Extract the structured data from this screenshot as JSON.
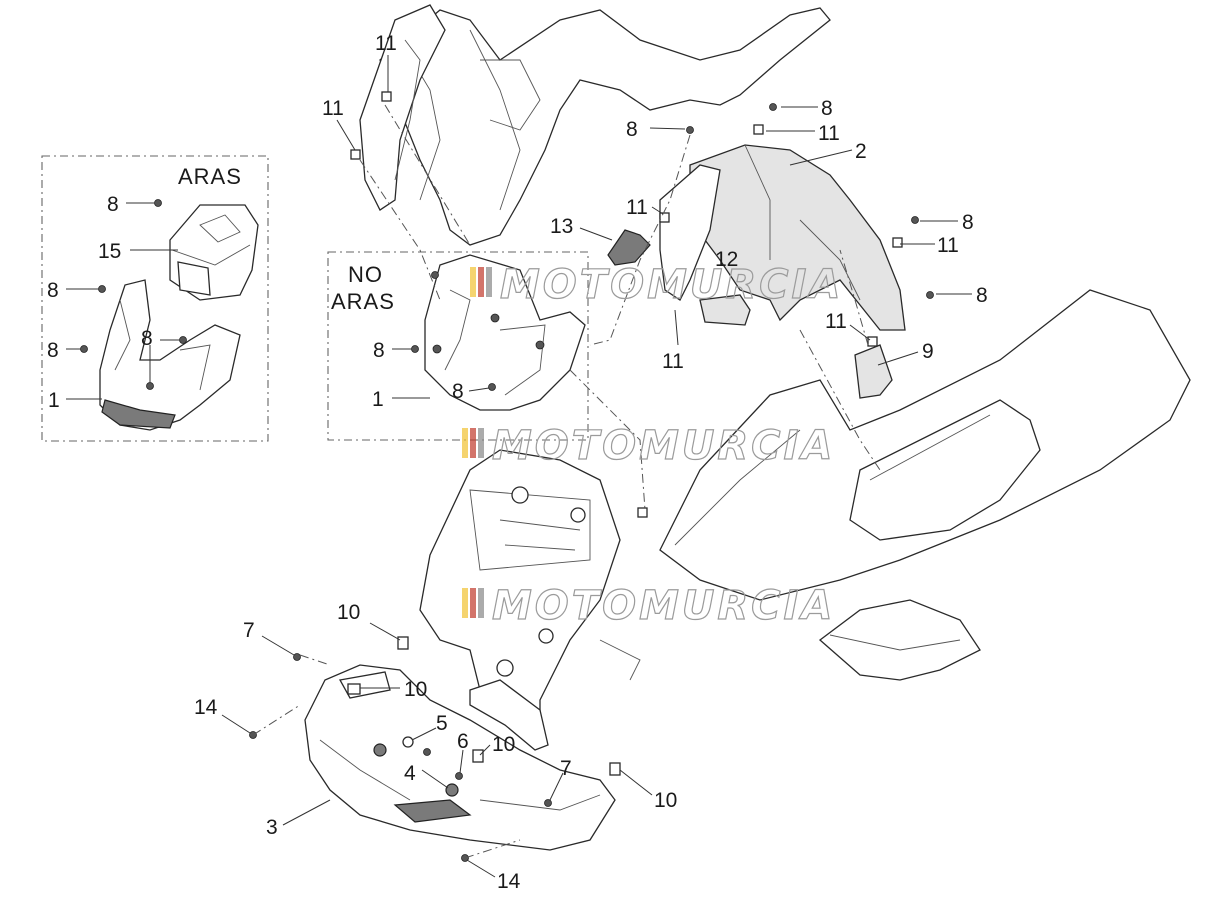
{
  "diagram": {
    "boxes": {
      "aras": "ARAS",
      "no_aras_line1": "NO",
      "no_aras_line2": "ARAS"
    },
    "watermark": "MOTOMURCIA",
    "callouts": [
      {
        "id": "c1",
        "text": "11"
      },
      {
        "id": "c2",
        "text": "11"
      },
      {
        "id": "c3",
        "text": "8"
      },
      {
        "id": "c4",
        "text": "8"
      },
      {
        "id": "c5",
        "text": "11"
      },
      {
        "id": "c6",
        "text": "2"
      },
      {
        "id": "c7",
        "text": "11"
      },
      {
        "id": "c8",
        "text": "13"
      },
      {
        "id": "c9",
        "text": "12"
      },
      {
        "id": "c10",
        "text": "8"
      },
      {
        "id": "c11",
        "text": "11"
      },
      {
        "id": "c12",
        "text": "8"
      },
      {
        "id": "c13",
        "text": "11"
      },
      {
        "id": "c14",
        "text": "11"
      },
      {
        "id": "c15",
        "text": "9"
      },
      {
        "id": "c16",
        "text": "8"
      },
      {
        "id": "c17",
        "text": "15"
      },
      {
        "id": "c18",
        "text": "8"
      },
      {
        "id": "c19",
        "text": "8"
      },
      {
        "id": "c20",
        "text": "8"
      },
      {
        "id": "c21",
        "text": "1"
      },
      {
        "id": "c22",
        "text": "8"
      },
      {
        "id": "c23",
        "text": "8"
      },
      {
        "id": "c24",
        "text": "1"
      },
      {
        "id": "c25",
        "text": "10"
      },
      {
        "id": "c26",
        "text": "7"
      },
      {
        "id": "c27",
        "text": "10"
      },
      {
        "id": "c28",
        "text": "14"
      },
      {
        "id": "c29",
        "text": "5"
      },
      {
        "id": "c30",
        "text": "6"
      },
      {
        "id": "c31",
        "text": "10"
      },
      {
        "id": "c32",
        "text": "4"
      },
      {
        "id": "c33",
        "text": "7"
      },
      {
        "id": "c34",
        "text": "10"
      },
      {
        "id": "c35",
        "text": "3"
      },
      {
        "id": "c36",
        "text": "14"
      }
    ]
  }
}
